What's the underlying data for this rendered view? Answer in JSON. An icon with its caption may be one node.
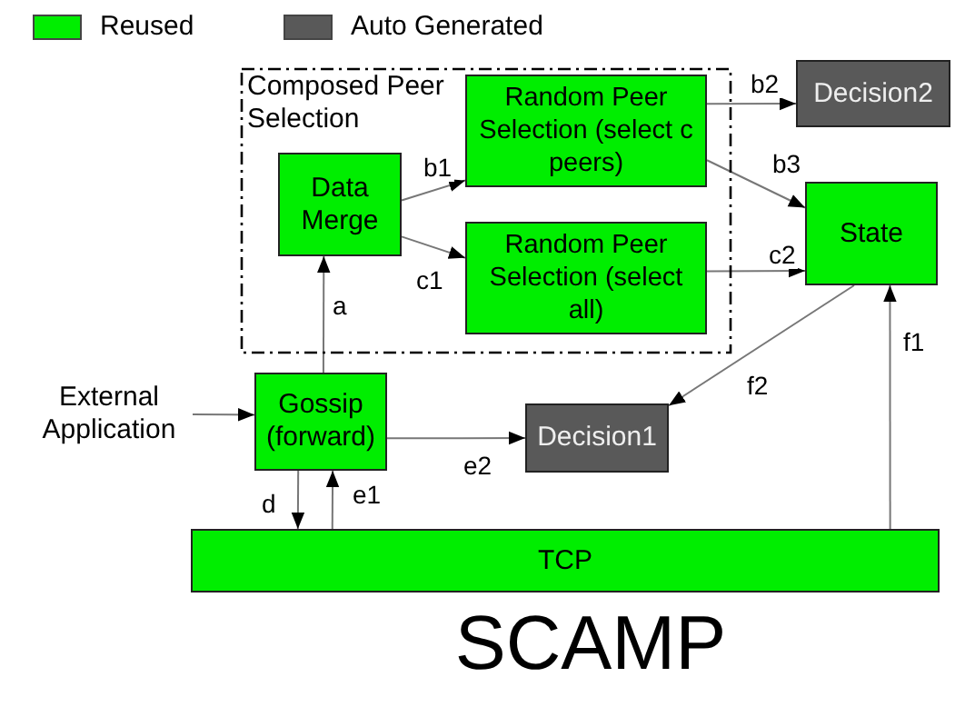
{
  "diagram": {
    "title": "SCAMP",
    "nodes": [
      {
        "text": [
          "Composed Peer Selection"
        ]
      },
      {
        "text": [
          "Data Merge"
        ],
        "in": 0
      },
      {
        "text": [
          "Random Peer Selection (select c peers)"
        ],
        "in": 0
      },
      {
        "text": [
          "Random Peer Selection (select all)"
        ],
        "in": 0
      },
      {
        "text": [
          "Decision2"
        ]
      },
      {
        "text": [
          "State"
        ]
      },
      {
        "text": [
          "External Application"
        ]
      },
      {
        "text": [
          "Gossip (forward)"
        ]
      },
      {
        "text": [
          "Decision1"
        ]
      },
      {
        "text": [
          "TCP"
        ]
      }
    ],
    "edges": [
      {
        "from": 7,
        "to": 1,
        "arrow": "to",
        "label": "a"
      },
      {
        "from": 1,
        "to": 2,
        "arrow": "to",
        "label": "b1"
      },
      {
        "from": 1,
        "to": 3,
        "arrow": "to",
        "label": "c1"
      },
      {
        "from": 2,
        "to": 4,
        "arrow": "to",
        "label": "b2"
      },
      {
        "from": 2,
        "to": 5,
        "arrow": "to",
        "label": "b3"
      },
      {
        "from": 3,
        "to": 5,
        "arrow": "to",
        "label": "c2"
      },
      {
        "from": 9,
        "to": 5,
        "arrow": "to",
        "label": "f1"
      },
      {
        "from": 5,
        "to": 8,
        "arrow": "to",
        "label": "f2"
      },
      {
        "from": 6,
        "to": 7,
        "arrow": "to"
      },
      {
        "from": 7,
        "to": 8,
        "arrow": "to",
        "label": "e2"
      },
      {
        "from": 7,
        "to": 9,
        "arrow": "to",
        "label": "d"
      },
      {
        "from": 9,
        "to": 7,
        "arrow": "to",
        "label": "e1"
      }
    ],
    "legend": [
      {
        "text": "Reused",
        "color": "#00ee00"
      },
      {
        "text": "Auto Generated",
        "color": "#595959"
      }
    ]
  }
}
